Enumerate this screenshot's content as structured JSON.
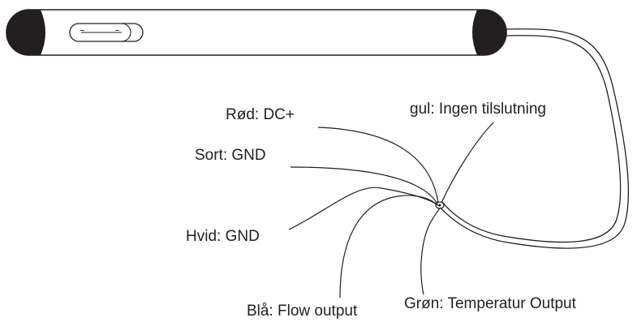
{
  "labels": {
    "red": "Rød: DC+",
    "black": "Sort: GND",
    "white": "Hvid: GND",
    "blue": "Blå: Flow output",
    "green": "Grøn: Temperatur Output",
    "yellow": "gul: Ingen tilslutning"
  },
  "colors": {
    "line": "#231f20",
    "background": "#ffffff"
  }
}
